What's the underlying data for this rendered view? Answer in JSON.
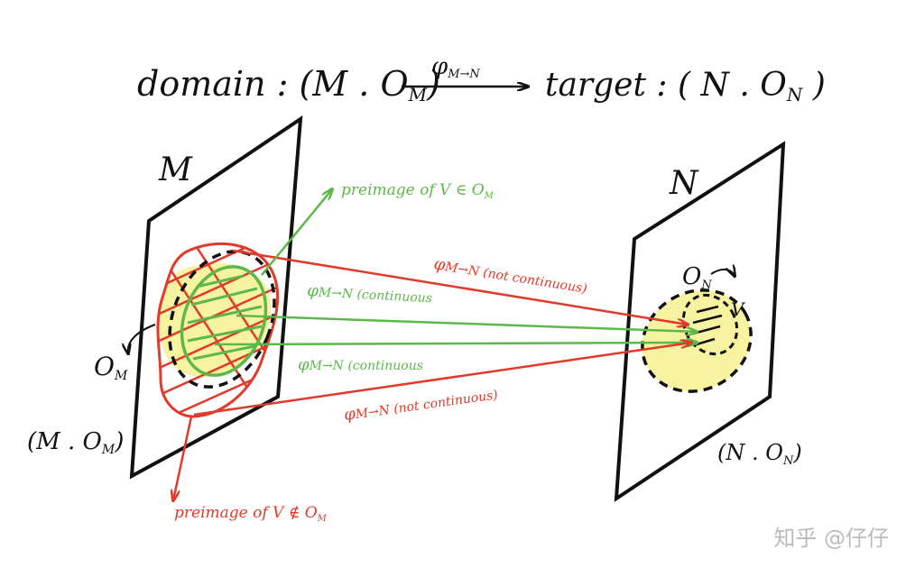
{
  "title": {
    "domain_label": "domain : (M . O",
    "domain_sub": "M",
    "domain_close": ")",
    "map_label": "φ",
    "map_sub": "M→N",
    "target_label": "target : ( N . O",
    "target_sub": "N",
    "target_close": " )"
  },
  "plane_m": {
    "name": "M",
    "topology_label": "(M . O",
    "topology_sub": "M",
    "topology_close": ")",
    "open_set_label": "O",
    "open_set_sub": "M"
  },
  "plane_n": {
    "name": "N",
    "topology_label": "(N . O",
    "topology_sub": "N",
    "topology_close": ")",
    "open_set_label": "O",
    "open_set_sub": "N",
    "v_label": "V"
  },
  "annotations": {
    "green_preimage": "preimage of V ∈ O",
    "green_preimage_sub": "M",
    "red_preimage": "preimage of V ∉ O",
    "red_preimage_sub": "M",
    "arrow_continuous_1": "φ",
    "arrow_continuous_1_rest": "M→N (continuous",
    "arrow_continuous_2": "φ",
    "arrow_continuous_2_rest": "M→N (continuous",
    "arrow_not_cont_1": "φ",
    "arrow_not_cont_1_rest": "M→N (not continuous)",
    "arrow_not_cont_2": "φ",
    "arrow_not_cont_2_rest": "M→N (not continuous)"
  },
  "watermark": "知乎 @仔仔",
  "colors": {
    "ink": "#111111",
    "green": "#5cb84a",
    "red": "#e03a2a",
    "yellow": "#f7f3a0"
  }
}
